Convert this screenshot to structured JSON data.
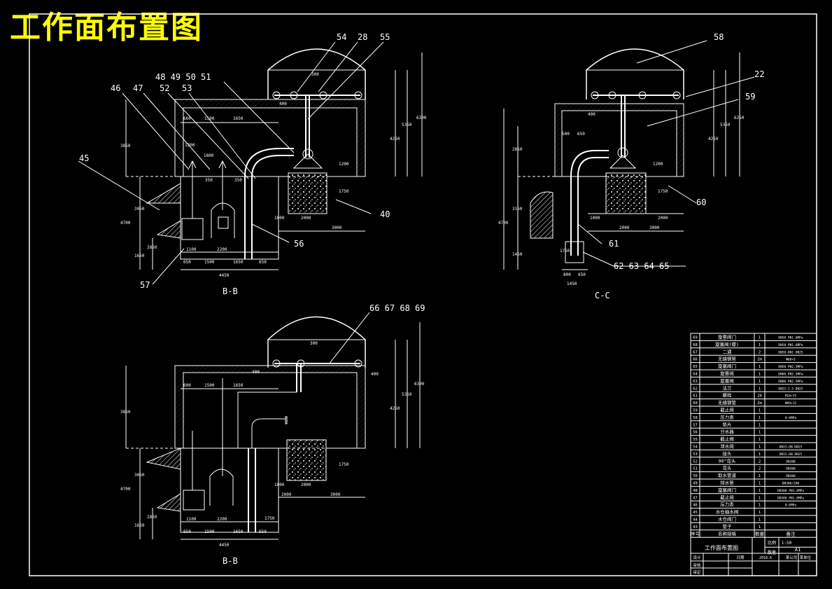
{
  "drawing": {
    "title": "工作面布置图",
    "views": {
      "view1_label": "B-B",
      "view2_label": "C-C",
      "view3_label": "B-B"
    },
    "callouts": {
      "v1": [
        "54",
        "28",
        "55",
        "48 49 50 51",
        "46",
        "47",
        "52",
        "53",
        "45",
        "40",
        "56",
        "57"
      ],
      "v2": [
        "58",
        "22",
        "59",
        "60",
        "61",
        "62 63 64 65"
      ],
      "v3": [
        "66 67 68 69"
      ]
    },
    "dims": {
      "v1_top": [
        "660",
        "1500",
        "1650",
        "400",
        "300"
      ],
      "v1_mid": [
        "1200",
        "1800",
        "350",
        "350"
      ],
      "v1_bottom": [
        "1100",
        "2200",
        "650",
        "1500",
        "1650",
        "650",
        "4450"
      ],
      "v1_right": [
        "1000",
        "2000",
        "3000"
      ],
      "v1_left": [
        "3850",
        "3050",
        "4700",
        "1650",
        "2850"
      ],
      "v1_vertical": [
        "4250",
        "5350",
        "6300",
        "1200",
        "1750"
      ],
      "v2_top": [
        "400",
        "500",
        "650"
      ],
      "v2_bottom": [
        "1000",
        "2000",
        "3000",
        "2000",
        "800",
        "650",
        "1450"
      ],
      "v2_left": [
        "2850",
        "3150",
        "4700",
        "1450",
        "1750"
      ],
      "v2_vertical": [
        "4250",
        "5350",
        "6250",
        "1200",
        "1750"
      ],
      "v3_top": [
        "600",
        "1500",
        "1650",
        "400",
        "400",
        "300"
      ],
      "v3_bottom": [
        "1100",
        "2200",
        "650",
        "1500",
        "1650",
        "650",
        "4450",
        "2000",
        "3000",
        "1000",
        "2000"
      ],
      "v3_left": [
        "3850",
        "3050",
        "4700",
        "1650",
        "2850"
      ],
      "v3_vertical": [
        "4250",
        "5350",
        "6300",
        "1750",
        "1750"
      ]
    },
    "titleblock": {
      "rows": [
        [
          "69",
          "旋塞阀门",
          "1",
          "DN50 PN1.6MPa"
        ],
        [
          "68",
          "旋塞阀(蝶)",
          "1",
          "DN50 PN1.6MPa"
        ],
        [
          "67",
          "二通",
          "2",
          "DN50-DN1 DN25"
        ],
        [
          "66",
          "无缝钢管",
          "2m",
          "Φ60×3"
        ],
        [
          "65",
          "旋塞阀门",
          "1",
          "DN50 PN2.5MPa"
        ],
        [
          "64",
          "旋塞阀",
          "1",
          "DN80 PN2.5MPa"
        ],
        [
          "63",
          "旋塞阀",
          "1",
          "DN80 PN2.5MPa"
        ],
        [
          "62",
          "法兰",
          "1",
          "DN25-2.5 DN25"
        ],
        [
          "61",
          "螺栓",
          "20",
          "M24×75"
        ],
        [
          "60",
          "无缝钢管",
          "2m",
          "Φ89×12"
        ],
        [
          "59",
          "截止阀",
          "1",
          ""
        ],
        [
          "58",
          "压力表",
          "1",
          "0-6MPa"
        ],
        [
          "57",
          "垫片",
          "1",
          ""
        ],
        [
          "56",
          "分水器",
          "1",
          ""
        ],
        [
          "55",
          "截止阀",
          "1",
          ""
        ],
        [
          "54",
          "泄水阀",
          "1",
          "DN15-DN DN25"
        ],
        [
          "53",
          "接头",
          "1",
          "DN15-DN DN25"
        ],
        [
          "52",
          "90°弯头",
          "2",
          "DN300"
        ],
        [
          "51",
          "弯头",
          "2",
          "DN300"
        ],
        [
          "50",
          "取水管道",
          "1",
          "DN300"
        ],
        [
          "49",
          "排水管",
          "1",
          "DN300/200"
        ],
        [
          "48",
          "旋塞阀门",
          "1",
          "DN300 PN1.0MPa"
        ],
        [
          "47",
          "截止阀",
          "1",
          "DN300 PN1.0MPa"
        ],
        [
          "46",
          "压力表",
          "1",
          "0-6MPa"
        ],
        [
          "45",
          "水仓抽水阀",
          "1",
          ""
        ],
        [
          "44",
          "水仓阀门",
          "1",
          ""
        ],
        [
          "43",
          "管子",
          "1",
          ""
        ]
      ],
      "header": [
        "序号",
        "名称规格",
        "数量",
        "备注"
      ],
      "drawing_name": "工作面布置图",
      "scale_label": "比例",
      "scale_value": "1:50",
      "sheet_label": "A1",
      "count_label": "数量",
      "design_label": "设计",
      "check_label": "审核",
      "approve_label": "审定",
      "date_label": "日期",
      "drawing_no": "2018.6",
      "school": "某公司 某单位"
    }
  },
  "colors": {
    "line": "#ffffff",
    "title": "#ffff00",
    "background": "#000000"
  }
}
